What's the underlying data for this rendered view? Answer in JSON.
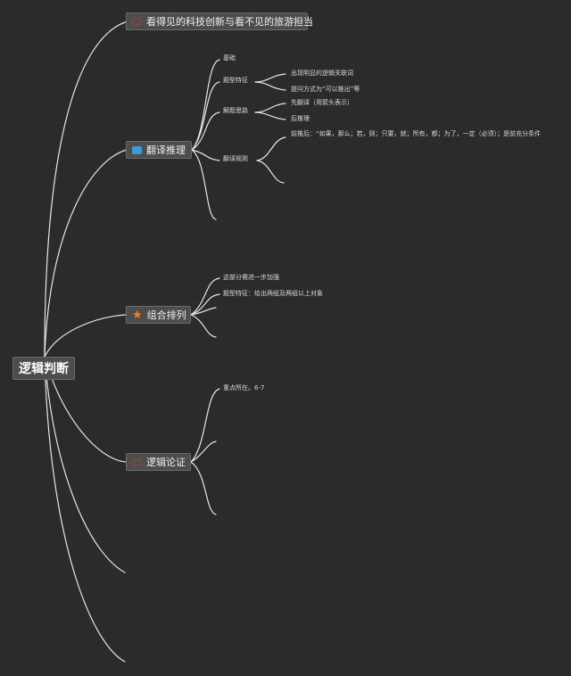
{
  "root": {
    "label": "逻辑判断"
  },
  "branches": [
    {
      "label": "看得见的科技创新与看不见的旅游担当",
      "icon": "oval-icon",
      "children": []
    },
    {
      "label": "翻译推理",
      "icon": "blue-square-icon",
      "children": [
        {
          "label": "基础",
          "children": []
        },
        {
          "label": "题型特征",
          "children": [
            "出现明显的逻辑关联词",
            "提问方式为“可以推出”等"
          ]
        },
        {
          "label": "解题思路",
          "children": [
            "先翻译（用箭头表示）",
            "后推理"
          ]
        },
        {
          "label": "翻译规则",
          "children": [
            "前推后：“如果，那么；若，则；只要，就；所有，都；为了，一定（必须）；是前充分条件",
            ""
          ]
        },
        {
          "label": "",
          "children": []
        }
      ]
    },
    {
      "label": "组合排列",
      "icon": "star-icon",
      "children": [
        {
          "label": "这部分需进一步加强",
          "children": []
        },
        {
          "label": "题型特征：给出两组及两组以上对象",
          "children": []
        },
        {
          "label": "",
          "children": []
        },
        {
          "label": "",
          "children": []
        }
      ]
    },
    {
      "label": "逻辑论证",
      "icon": "oval-icon",
      "children": [
        {
          "label": "重点所在。6-7",
          "children": []
        },
        {
          "label": "",
          "children": []
        },
        {
          "label": "",
          "children": []
        }
      ]
    },
    {
      "label": "",
      "icon": "",
      "children": []
    },
    {
      "label": "",
      "icon": "",
      "children": []
    }
  ],
  "colors": {
    "background": "#2b2b2b",
    "connector": "#e6e6e6",
    "node_fill": "#4d4d4d",
    "oval_icon": "#b23a35",
    "blue_icon": "#3c9bd8",
    "star_icon": "#e8822a"
  }
}
